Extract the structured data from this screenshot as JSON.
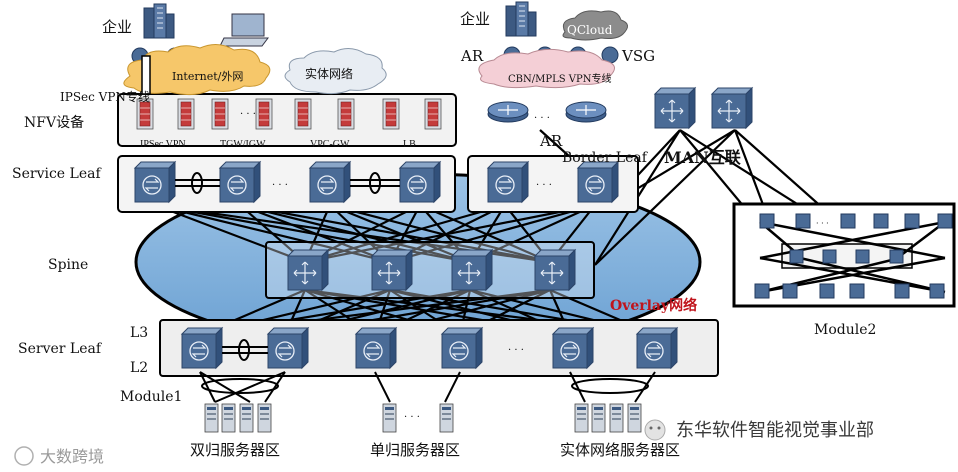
{
  "labels": {
    "enterprise_left": "企业",
    "enterprise_right": "企业",
    "internet": "Internet/外网",
    "physical_network_cloud": "实体网络",
    "ipsec_vpn_line": "IPSec VPN专线",
    "nfv_devices": "NFV设备",
    "nfv_ipsec": "IPSec VPN",
    "nfv_tgw": "TGW/IGW",
    "nfv_vpcgw": "VPC-GW",
    "nfv_lb": "LB",
    "ar_top": "AR",
    "qcloud": "QCloud",
    "vsg": "VSG",
    "cbn_mpls": "CBN/MPLS VPN专线",
    "ar_bottom": "AR",
    "border_leaf": "Border Leaf",
    "man": "MAN互联",
    "service_leaf": "Service Leaf",
    "spine": "Spine",
    "overlay": "Overlay网络",
    "module2": "Module2",
    "l3": "L3",
    "l2": "L2",
    "server_leaf": "Server Leaf",
    "module1": "Module1",
    "dual_home": "双归服务器区",
    "single_home": "单归服务器区",
    "physical_server": "实体网络服务器区",
    "watermark_left": "大数跨境",
    "watermark_right": "东华软件智能视觉事业部",
    "ellipsis": "· · ·"
  },
  "colors": {
    "cloud_internet": "#f6c76a",
    "cloud_physical": "#e8edf3",
    "cloud_cbn": "#f4cfd6",
    "spine_ellipse": "#7fb0dc",
    "overlay_text": "#c0141c",
    "switch_blue": "#4a6b96",
    "nfv_red": "#c43b3b"
  }
}
